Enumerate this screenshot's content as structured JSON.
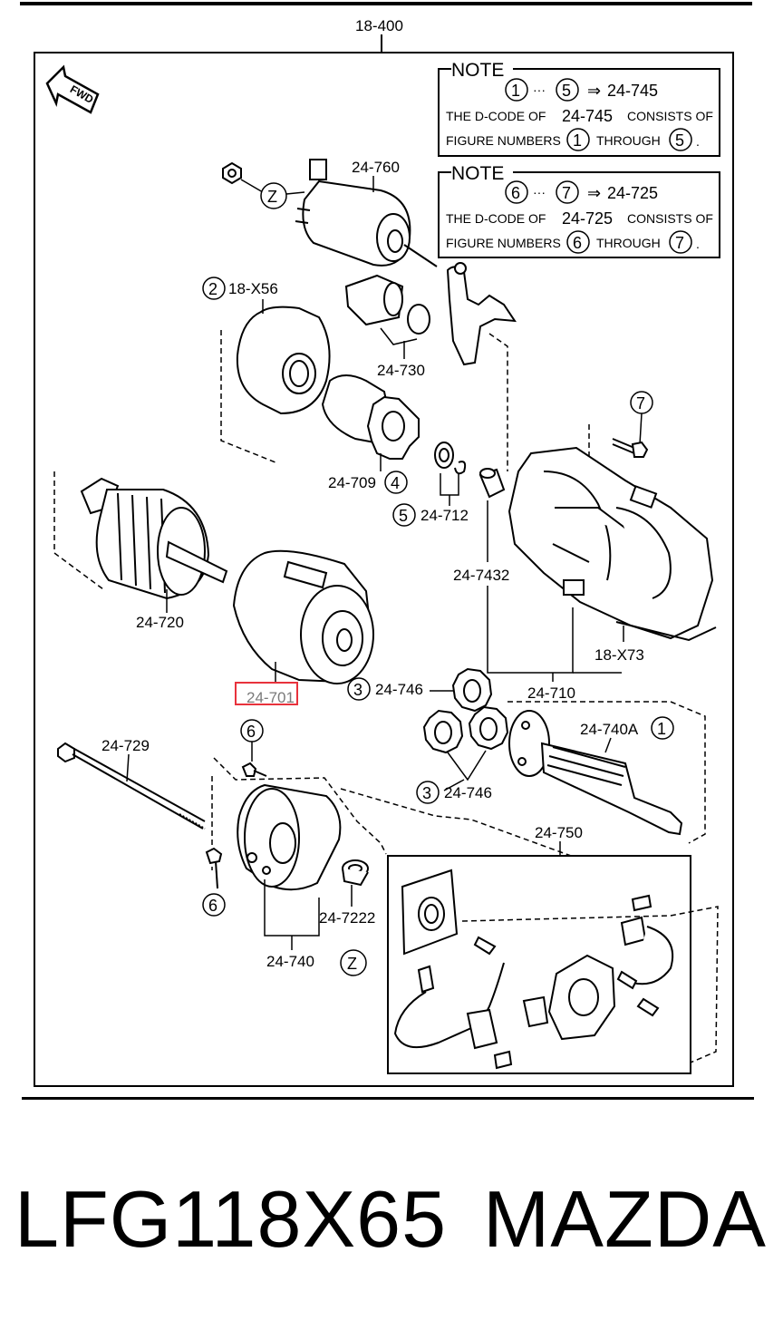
{
  "assembly_code": "18-400",
  "fwd_label": "FWD",
  "notes": [
    {
      "heading": "NOTE",
      "range_from": "1",
      "range_to": "5",
      "dots": "···",
      "arrow": "⇒",
      "target": "24-745",
      "line2_pre": "THE D-CODE OF",
      "line2_code": "24-745",
      "line2_post": "CONSISTS OF",
      "line3_pre": "FIGURE NUMBERS",
      "line3_mid": "THROUGH",
      "line3_end": "."
    },
    {
      "heading": "NOTE",
      "range_from": "6",
      "range_to": "7",
      "dots": "···",
      "arrow": "⇒",
      "target": "24-725",
      "line2_pre": "THE D-CODE OF",
      "line2_code": "24-725",
      "line2_post": "CONSISTS OF",
      "line3_pre": "FIGURE NUMBERS",
      "line3_mid": "THROUGH",
      "line3_end": "."
    }
  ],
  "parts": {
    "p24_760": "24-760",
    "z_top": "Z",
    "n2": "2",
    "p18_x56": "18-X56",
    "p24_730": "24-730",
    "n7": "7",
    "p24_709": "24-709",
    "n4": "4",
    "n5": "5",
    "p24_712": "24-712",
    "p24_7432": "24-7432",
    "p24_720": "24-720",
    "p18_x73": "18-X73",
    "p24_701": "24-701",
    "n3a": "3",
    "p24_746a": "24-746",
    "p24_710": "24-710",
    "n6a": "6",
    "p24_729": "24-729",
    "p24_740a": "24-740A",
    "n1": "1",
    "n3b": "3",
    "p24_746b": "24-746",
    "p24_750": "24-750",
    "n6b": "6",
    "p24_7222": "24-7222",
    "p24_740": "24-740",
    "z_bottom": "Z"
  },
  "highlight_color": "#e8323c",
  "footer": {
    "part_number": "LFG118X65",
    "brand": "MAZDA"
  }
}
